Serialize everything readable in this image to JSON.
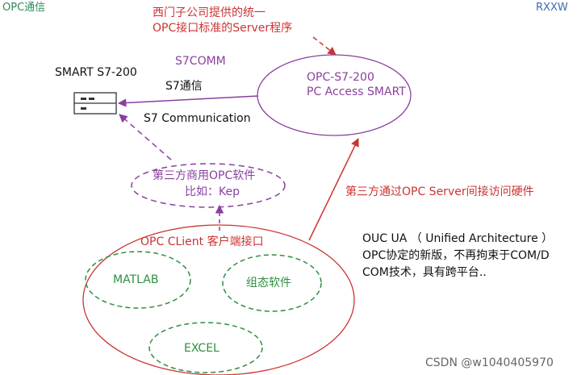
{
  "corner": {
    "title": "OPC通信",
    "author": "RXXW"
  },
  "annotation_top": {
    "line1": "西门子公司提供的统一",
    "line2": "OPC接口标准的Server程序"
  },
  "protocol_label": "S7COMM",
  "device": {
    "name": "SMART S7-200"
  },
  "link_labels": {
    "s7_cn": "S7通信",
    "s7_en": "S7 Communication"
  },
  "server": {
    "line1": "OPC-S7-200",
    "line2": "PC Access SMART"
  },
  "third_party": {
    "line1": "第三方商用OPC软件",
    "line2": "比如：Kep"
  },
  "indirect_label": "第三方通过OPC Server间接访问硬件",
  "client": {
    "title": "OPC CLient 客户端接口",
    "apps": [
      "MATLAB",
      "组态软件",
      "EXCEL"
    ]
  },
  "ua_note": {
    "line1": "OUC UA （ Unified Architecture ）",
    "line2": "OPC协定的新版，不再拘束于COM/D",
    "line3": "COM技术，具有跨平台.."
  },
  "watermark": "CSDN @w1040405970",
  "colors": {
    "green": "#2e8b57",
    "blue": "#3b6bb5",
    "red": "#cc3333",
    "purple": "#8a3fa0",
    "app_green": "#2f8f3f",
    "dark": "#333333"
  }
}
